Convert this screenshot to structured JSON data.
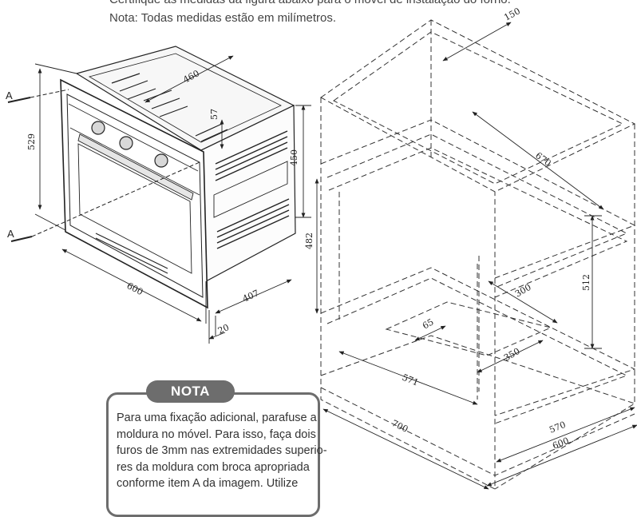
{
  "header": {
    "cut_line": "Certifique as medidas da figura abaixo para o móvel de instalação do forno.",
    "note": "Nota: Todas medidas estão em milímetros."
  },
  "dimensions": {
    "oven_depth_top": "460",
    "frame_height": "529",
    "top_gap": "57",
    "body_height": "450",
    "frame_width": "600",
    "body_depth": "407",
    "frame_thickness": "20",
    "cabinet_top": "150",
    "cabinet_depth": "670",
    "niche_height_left": "482",
    "niche_height_right": "512",
    "niche_depth_300": "300",
    "opening_65": "65",
    "opening_350": "350",
    "niche_width": "571",
    "cabinet_depth_bottom": "700",
    "cabinet_570": "570",
    "cabinet_600": "600"
  },
  "markers": {
    "a_top": "A",
    "a_bottom": "A"
  },
  "nota": {
    "title": "NOTA",
    "lines": [
      "Para uma fixação adicional, parafuse a",
      "moldura no móvel. Para isso, faça dois",
      "furos de 3mm nas extremidades superio-",
      "res da moldura com broca apropriada",
      "conforme item A da imagem. Utilize"
    ]
  }
}
